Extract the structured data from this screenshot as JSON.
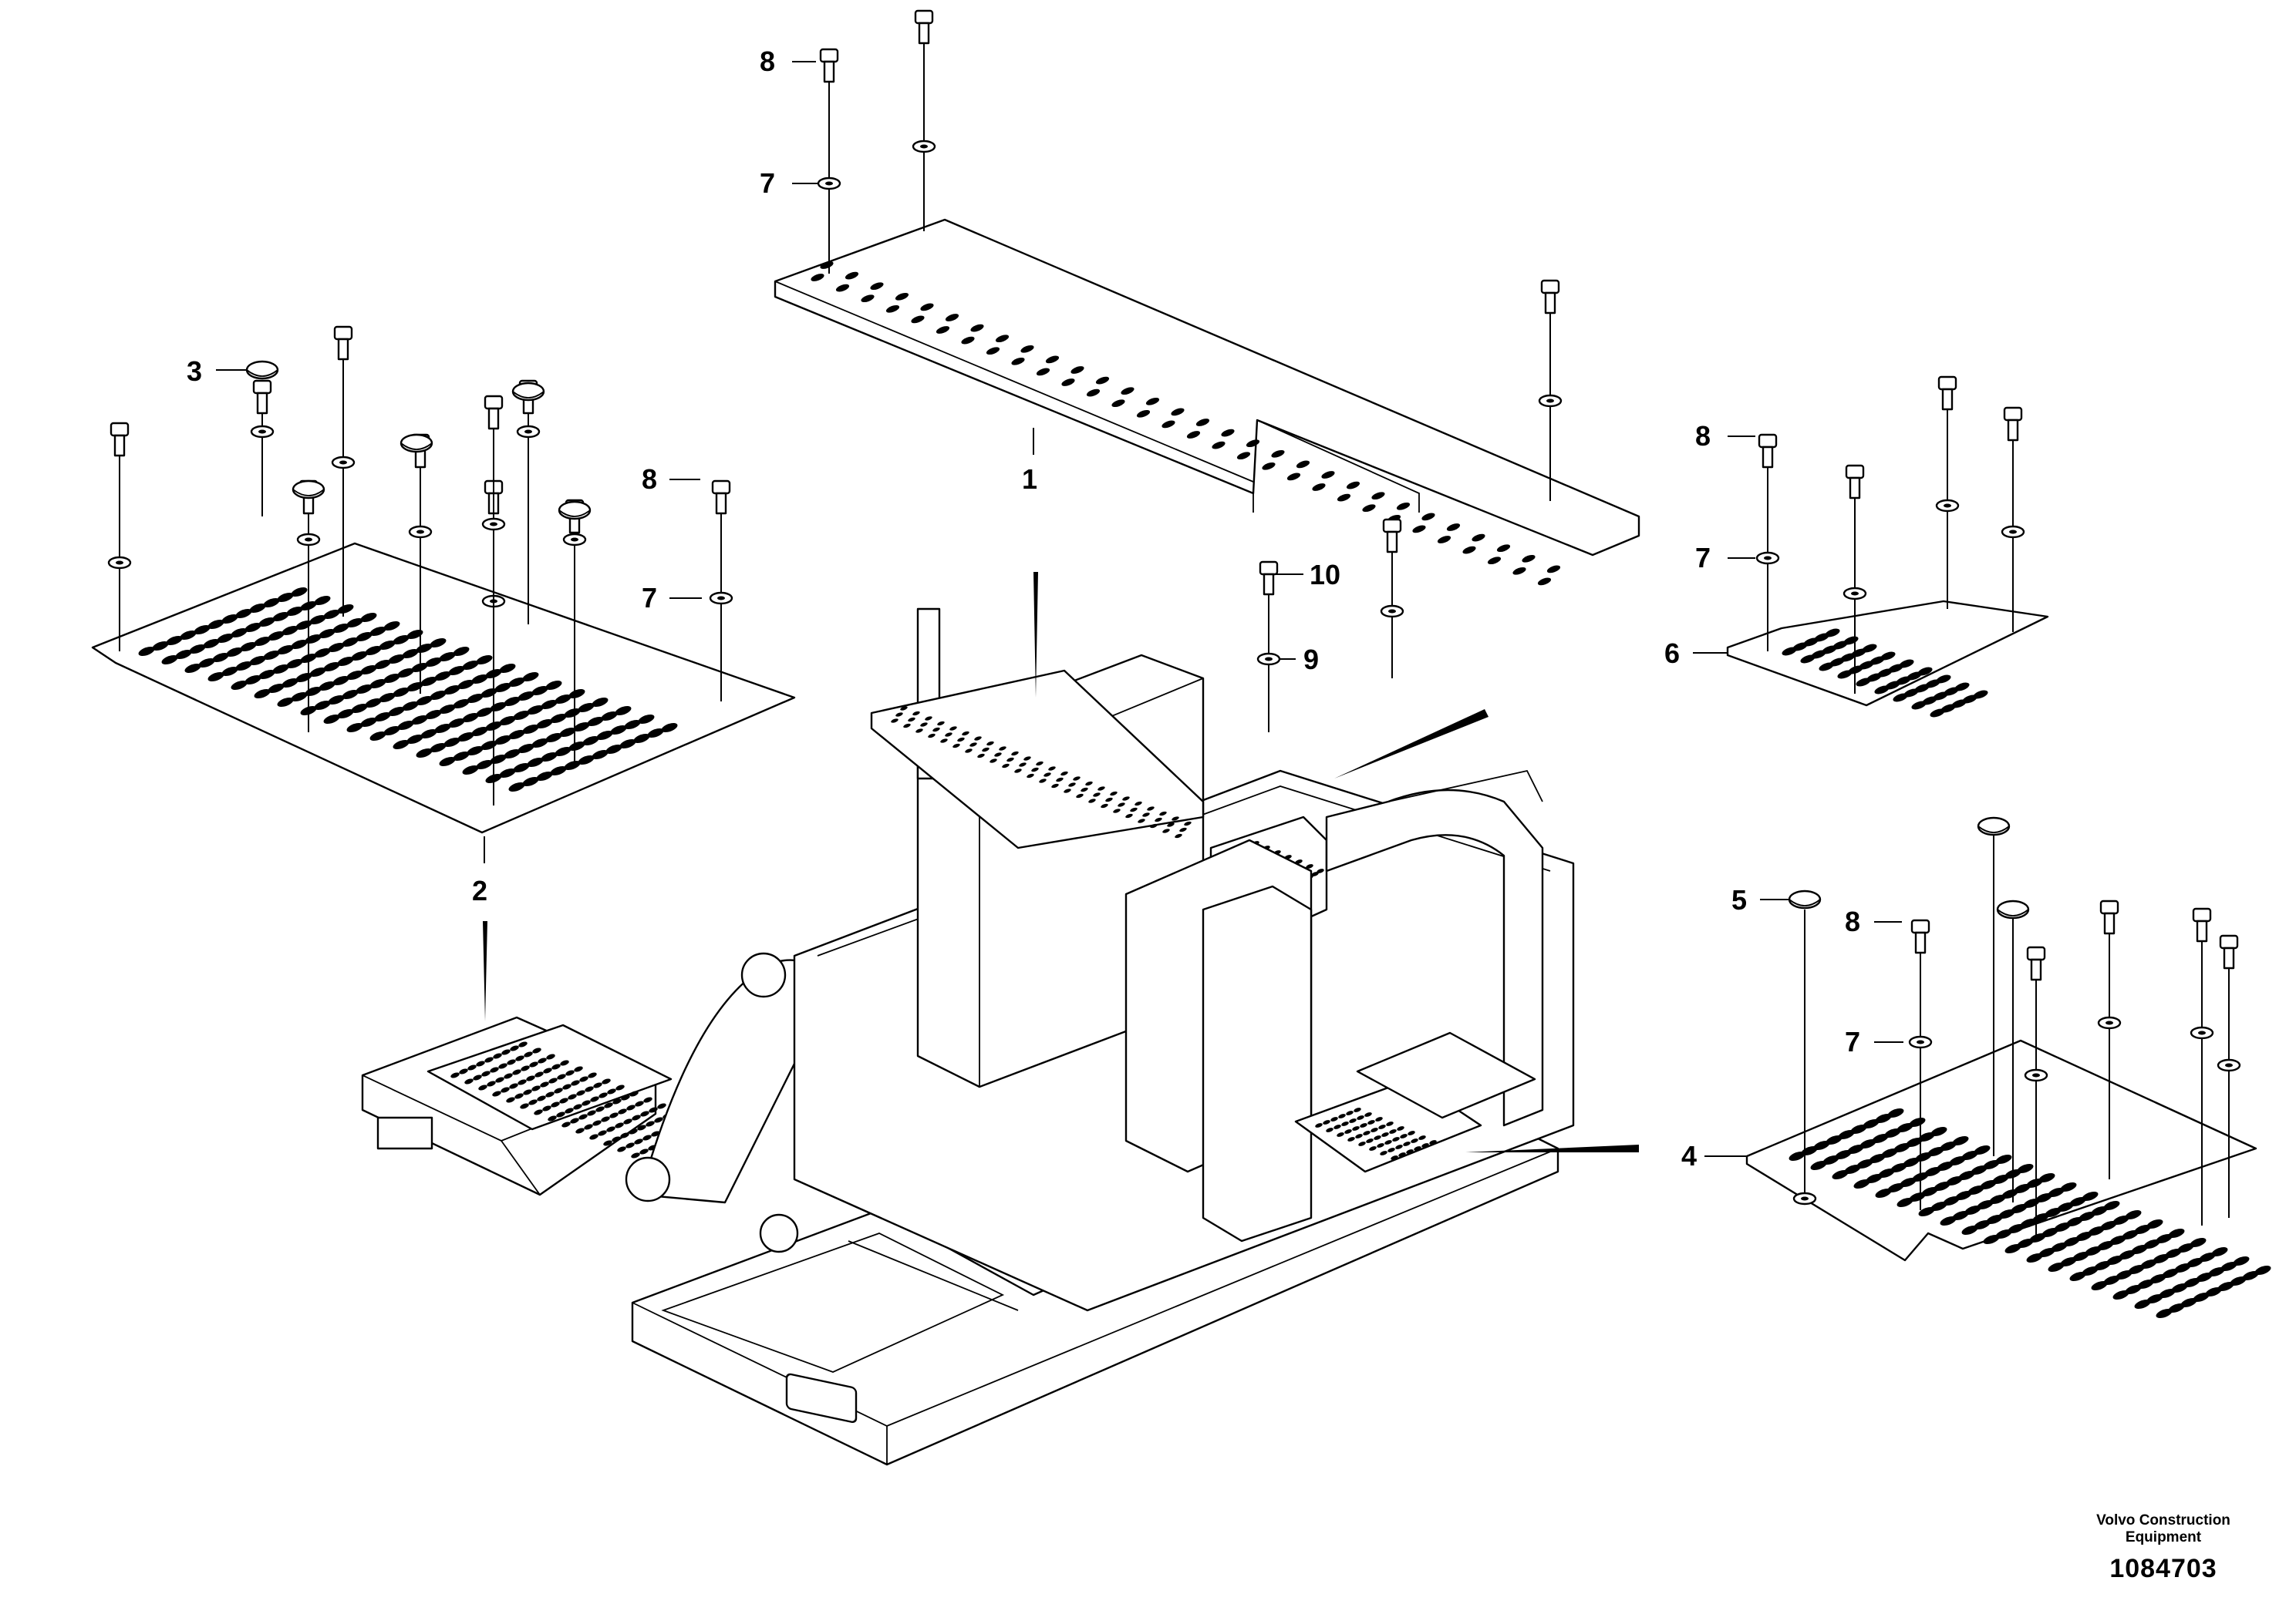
{
  "diagram": {
    "callouts": [
      {
        "id": "c1",
        "text": "1"
      },
      {
        "id": "c2",
        "text": "2"
      },
      {
        "id": "c3",
        "text": "3"
      },
      {
        "id": "c4",
        "text": "4"
      },
      {
        "id": "c5",
        "text": "5"
      },
      {
        "id": "c6",
        "text": "6"
      },
      {
        "id": "c7a",
        "text": "7"
      },
      {
        "id": "c7b",
        "text": "7"
      },
      {
        "id": "c7c",
        "text": "7"
      },
      {
        "id": "c7d",
        "text": "7"
      },
      {
        "id": "c8a",
        "text": "8"
      },
      {
        "id": "c8b",
        "text": "8"
      },
      {
        "id": "c8c",
        "text": "8"
      },
      {
        "id": "c8d",
        "text": "8"
      },
      {
        "id": "c9",
        "text": "9"
      },
      {
        "id": "c10",
        "text": "10"
      }
    ]
  },
  "footer": {
    "brand_line1": "Volvo Construction",
    "brand_line2": "Equipment",
    "part_number": "1084703"
  }
}
